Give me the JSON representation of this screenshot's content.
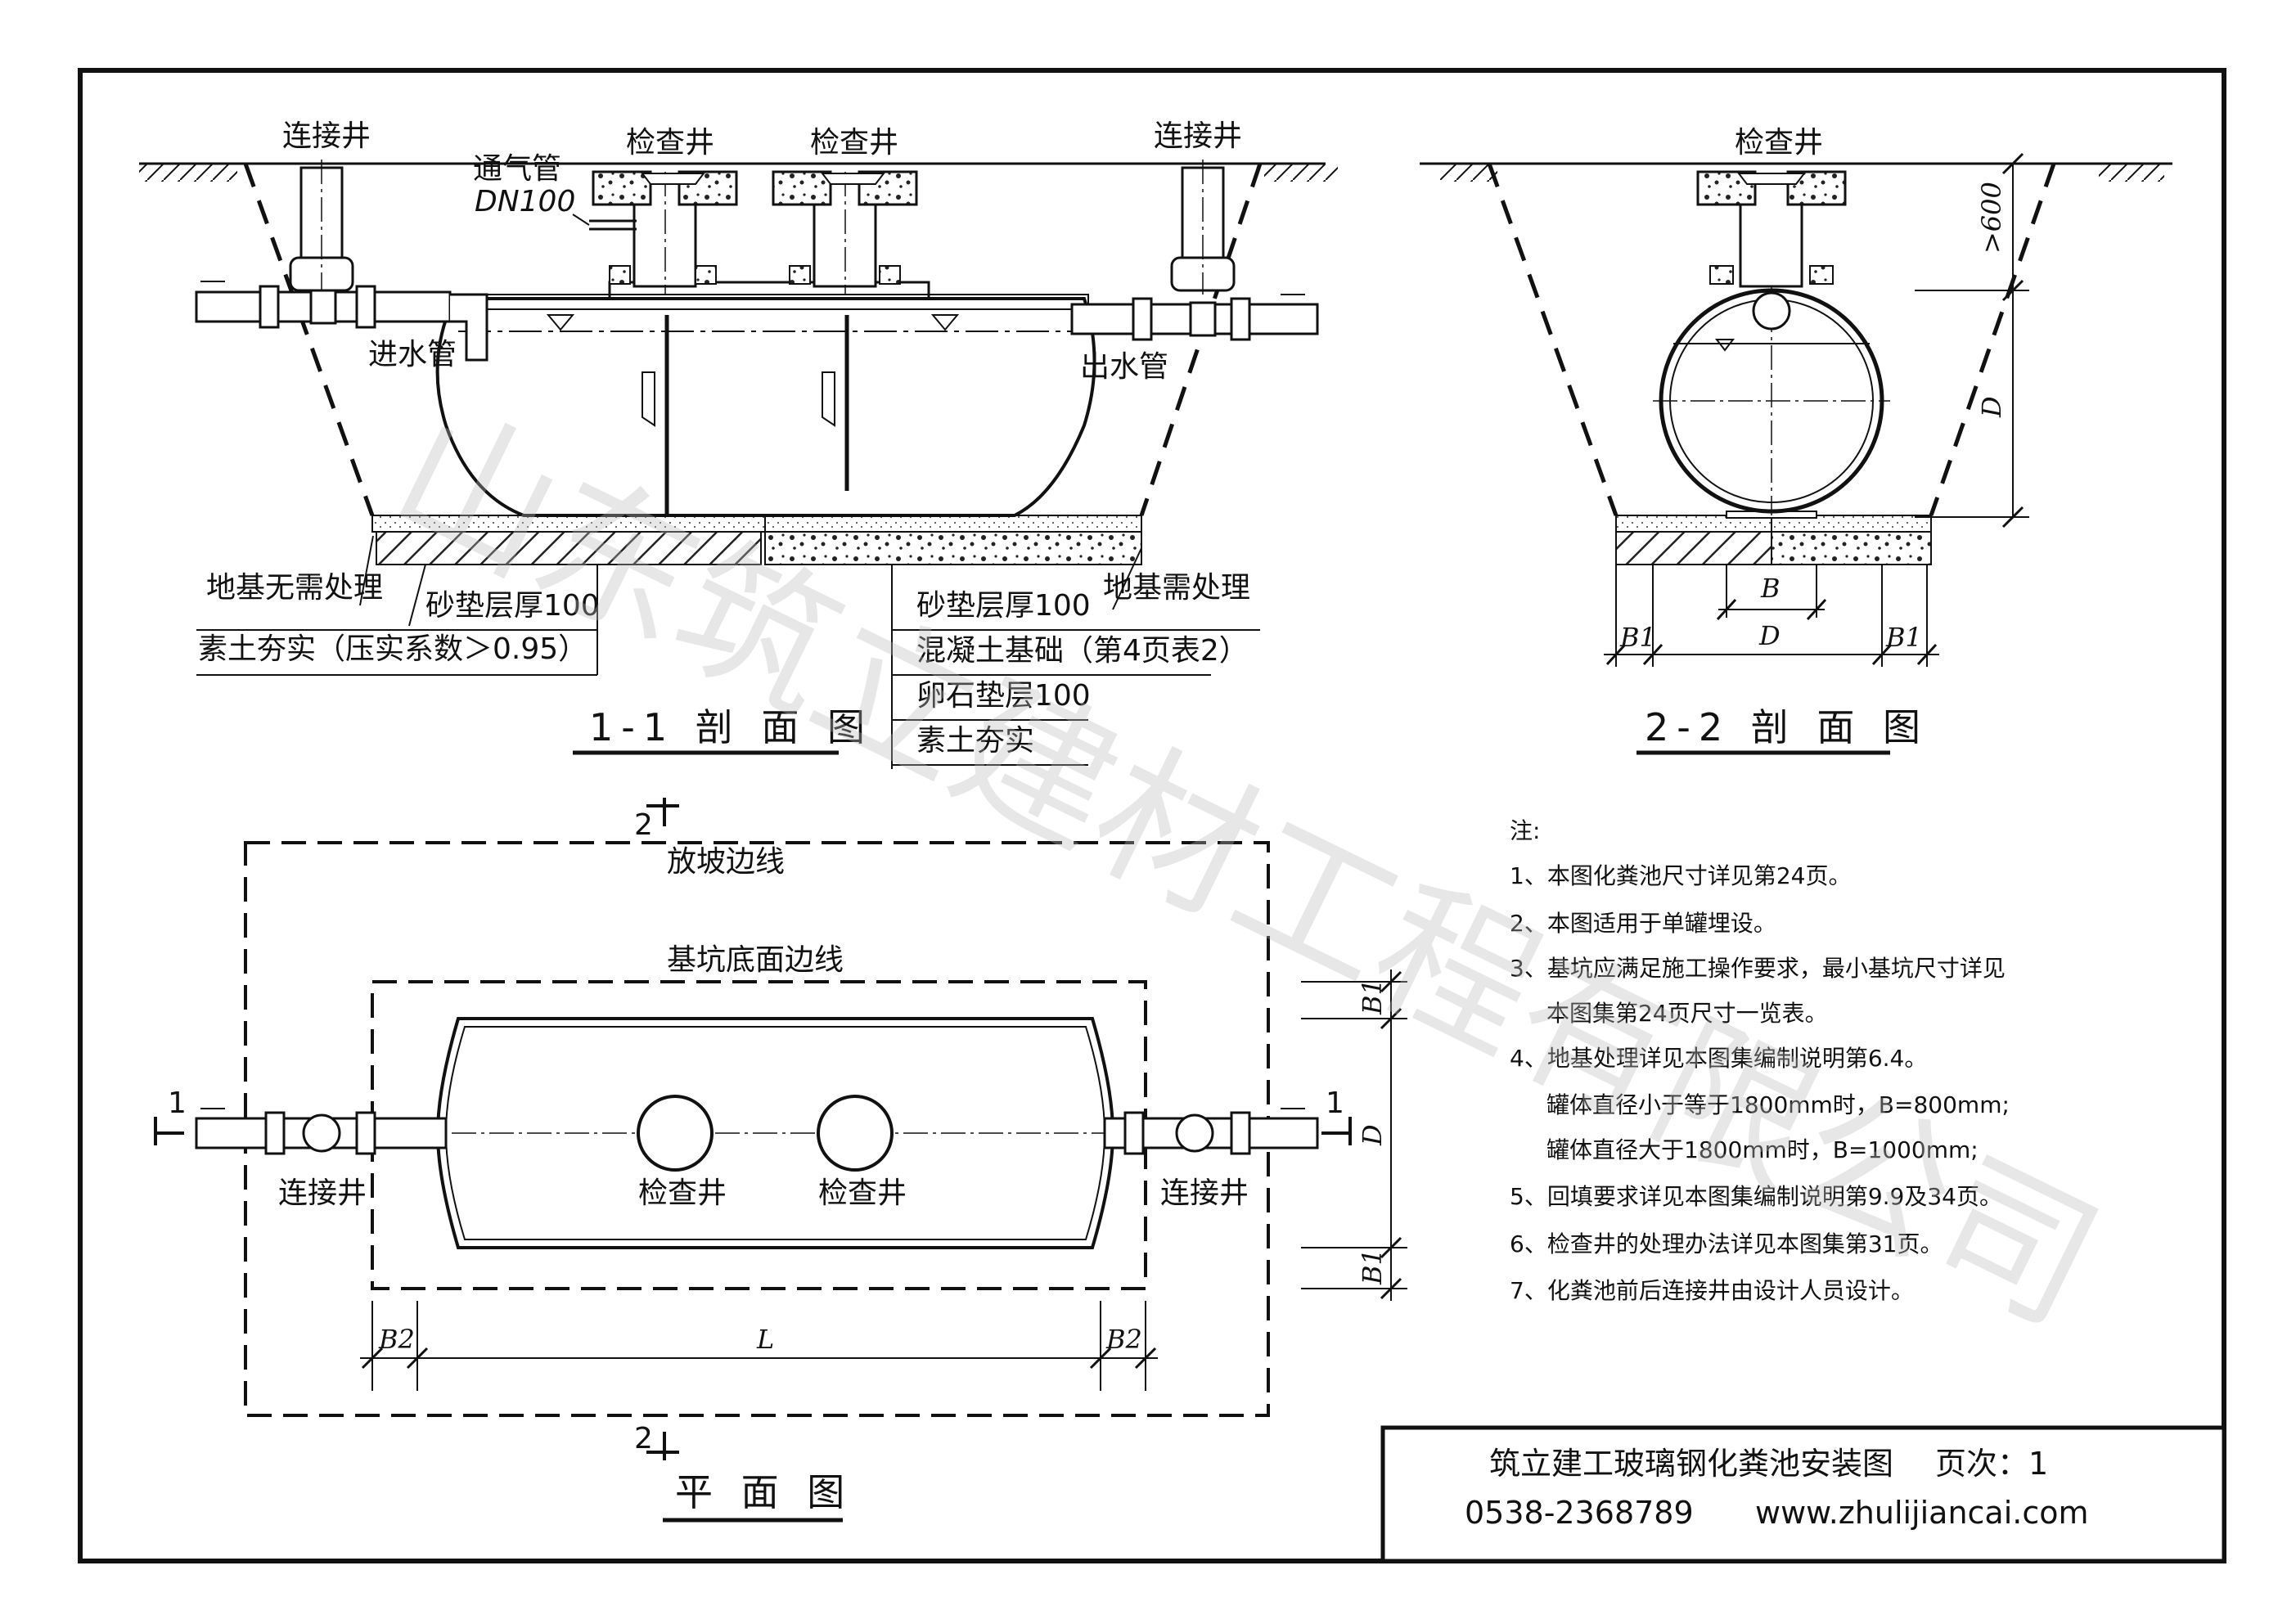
{
  "labels": {
    "connect_well": "连接井",
    "inspect_well": "检查井",
    "vent_pipe": "通气管",
    "vent_dn": "DN100",
    "inlet_pipe": "进水管",
    "outlet_pipe": "出水管",
    "foundation_no": "地基无需处理",
    "foundation_yes": "地基需处理",
    "sand_left": "砂垫层厚100",
    "compact_left": "素土夯实（压实系数＞0.95）",
    "sand_right": "砂垫层厚100",
    "concrete": "混凝土基础（第4页表2）",
    "pebble": "卵石垫层100",
    "compact_right": "素土夯实",
    "slope_line": "放坡边线",
    "pit_line": "基坑底面边线",
    "dim_600": ">600",
    "dim_D": "D",
    "dim_B": "B",
    "dim_B1": "B1",
    "dim_B2": "B2",
    "dim_L": "L",
    "mark_1": "1",
    "mark_2": "2"
  },
  "titles": {
    "section_11": "1-1 剖 面 图",
    "section_22": "2-2 剖 面 图",
    "plan": "平 面 图"
  },
  "notes": {
    "head": "注:",
    "items": [
      "1、本图化粪池尺寸详见第24页。",
      "2、本图适用于单罐埋设。",
      "3、基坑应满足施工操作要求，最小基坑尺寸详见",
      "本图集第24页尺寸一览表。",
      "4、地基处理详见本图集编制说明第6.4。",
      "罐体直径小于等于1800mm时，B=800mm;",
      "罐体直径大于1800mm时，B=1000mm;",
      "5、回填要求详见本图集编制说明第9.9及34页。",
      "6、检查井的处理办法详见本图集第31页。",
      "7、化粪池前后连接井由设计人员设计。"
    ]
  },
  "title_block": {
    "drawing_name": "筑立建工玻璃钢化粪池安装图",
    "page": "页次：1",
    "phone": "0538-2368789",
    "website": "www.zhulijiancai.com"
  },
  "watermark": "山东筑立建材工程有限公司"
}
